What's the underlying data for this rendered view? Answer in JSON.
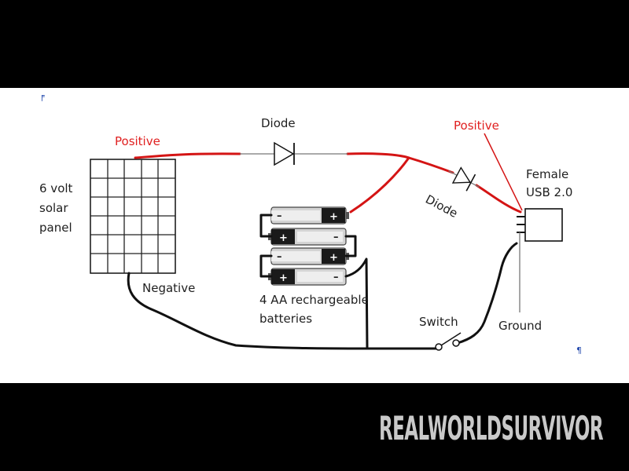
{
  "diagram": {
    "labels": {
      "positive_left": "Positive",
      "diode_top": "Diode",
      "positive_right": "Positive",
      "female_line1": "Female",
      "female_line2": "USB 2.0",
      "solar_line1": "6 volt",
      "solar_line2": "solar",
      "solar_line3": "panel",
      "diode_right": "Diode",
      "negative": "Negative",
      "battery_line1": "4 AA rechargeable",
      "battery_line2": "batteries",
      "switch": "Switch",
      "ground": "Ground"
    },
    "battery_signs": {
      "plus": "+",
      "minus": "–"
    },
    "para_marks": {
      "top_left": "╒",
      "bottom_right": "¶"
    },
    "colors": {
      "positive_wire": "#d41414",
      "negative_wire": "#111111",
      "background": "#ffffff",
      "frame": "#000000"
    }
  },
  "watermark": {
    "text": "REALWORLDSURVIVOR"
  }
}
